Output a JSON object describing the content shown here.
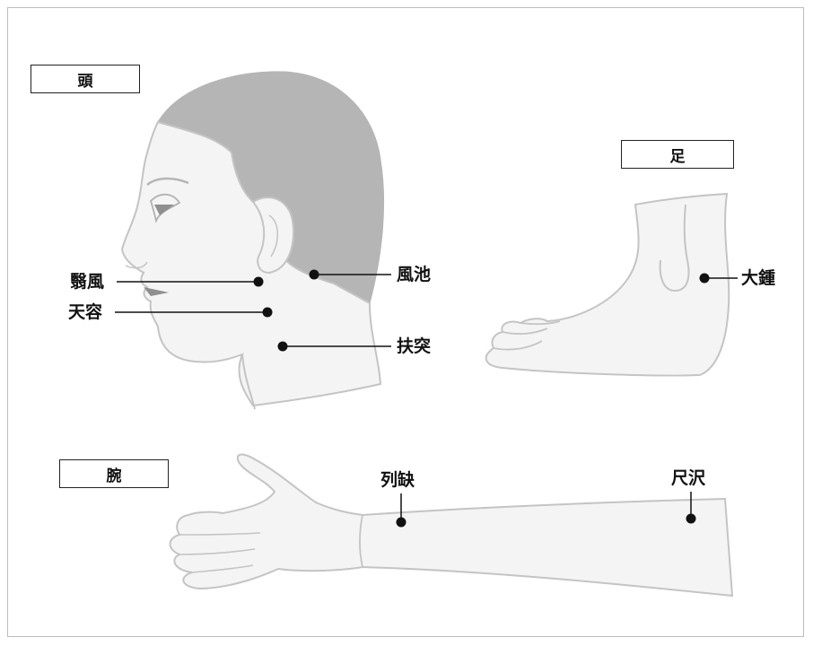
{
  "sections": {
    "head": "頭",
    "foot": "足",
    "arm": "腕"
  },
  "points": {
    "eifu": "翳風",
    "tenyo": "天容",
    "fuchi": "風池",
    "futotsu": "扶突",
    "daisho": "大鍾",
    "rekketsu": "列缺",
    "shakutaku": "尺沢"
  },
  "colors": {
    "hair": "#b5b5b5",
    "skin": "#f4f4f4",
    "outline": "#c4c4c4",
    "marker": "#111111"
  }
}
